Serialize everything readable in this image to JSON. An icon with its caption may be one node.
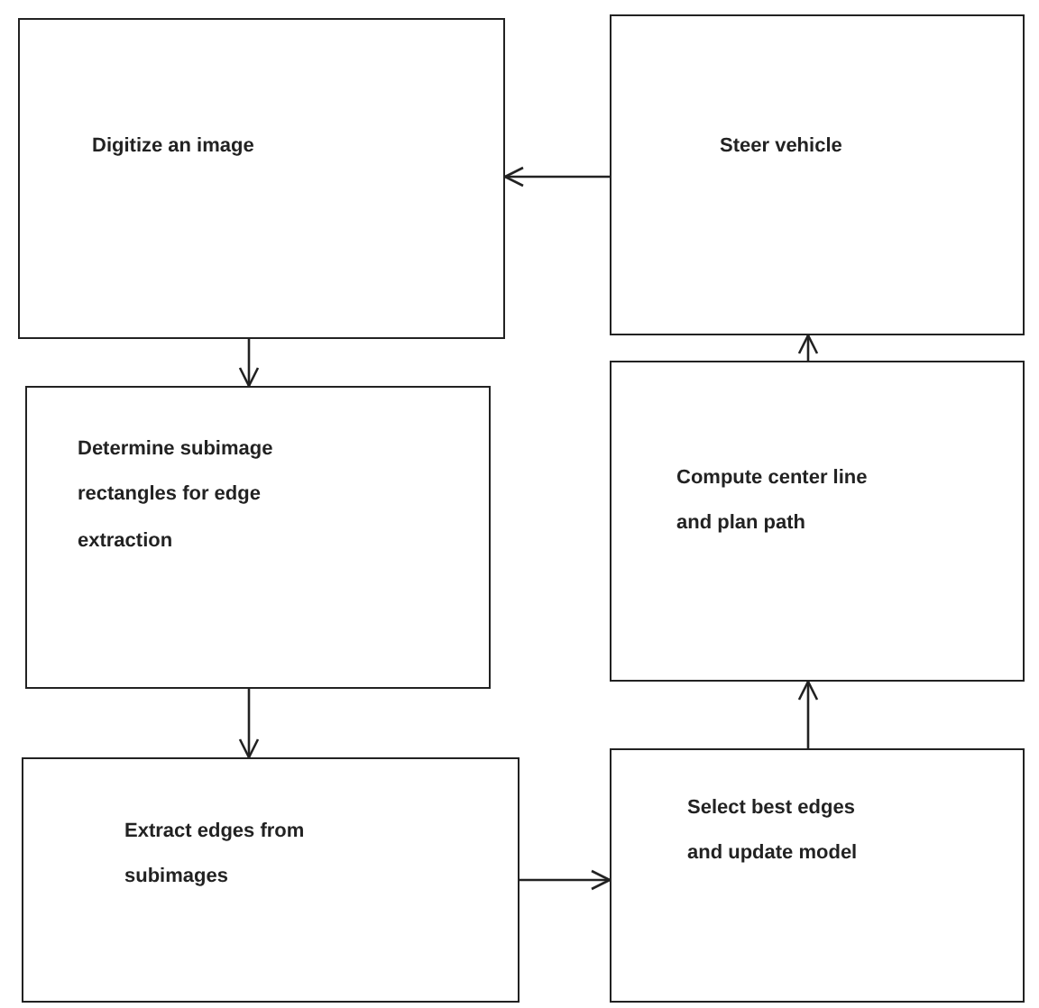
{
  "diagram": {
    "nodes": [
      {
        "text": [
          "Digitize an image"
        ]
      },
      {
        "text": [
          "Steer vehicle"
        ]
      },
      {
        "text": [
          "Determine subimage rectangles for edge extraction"
        ]
      },
      {
        "text": [
          "Compute center line and plan path"
        ]
      },
      {
        "text": [
          "Extract edges from subimages"
        ]
      },
      {
        "text": [
          "Select best edges and update model"
        ]
      }
    ],
    "edges": [
      {
        "from": 1,
        "to": 0,
        "arrow": "to"
      },
      {
        "from": 0,
        "to": 2,
        "arrow": "to"
      },
      {
        "from": 2,
        "to": 4,
        "arrow": "to"
      },
      {
        "from": 4,
        "to": 5,
        "arrow": "to"
      },
      {
        "from": 5,
        "to": 3,
        "arrow": "to"
      },
      {
        "from": 3,
        "to": 1,
        "arrow": "to"
      }
    ]
  }
}
